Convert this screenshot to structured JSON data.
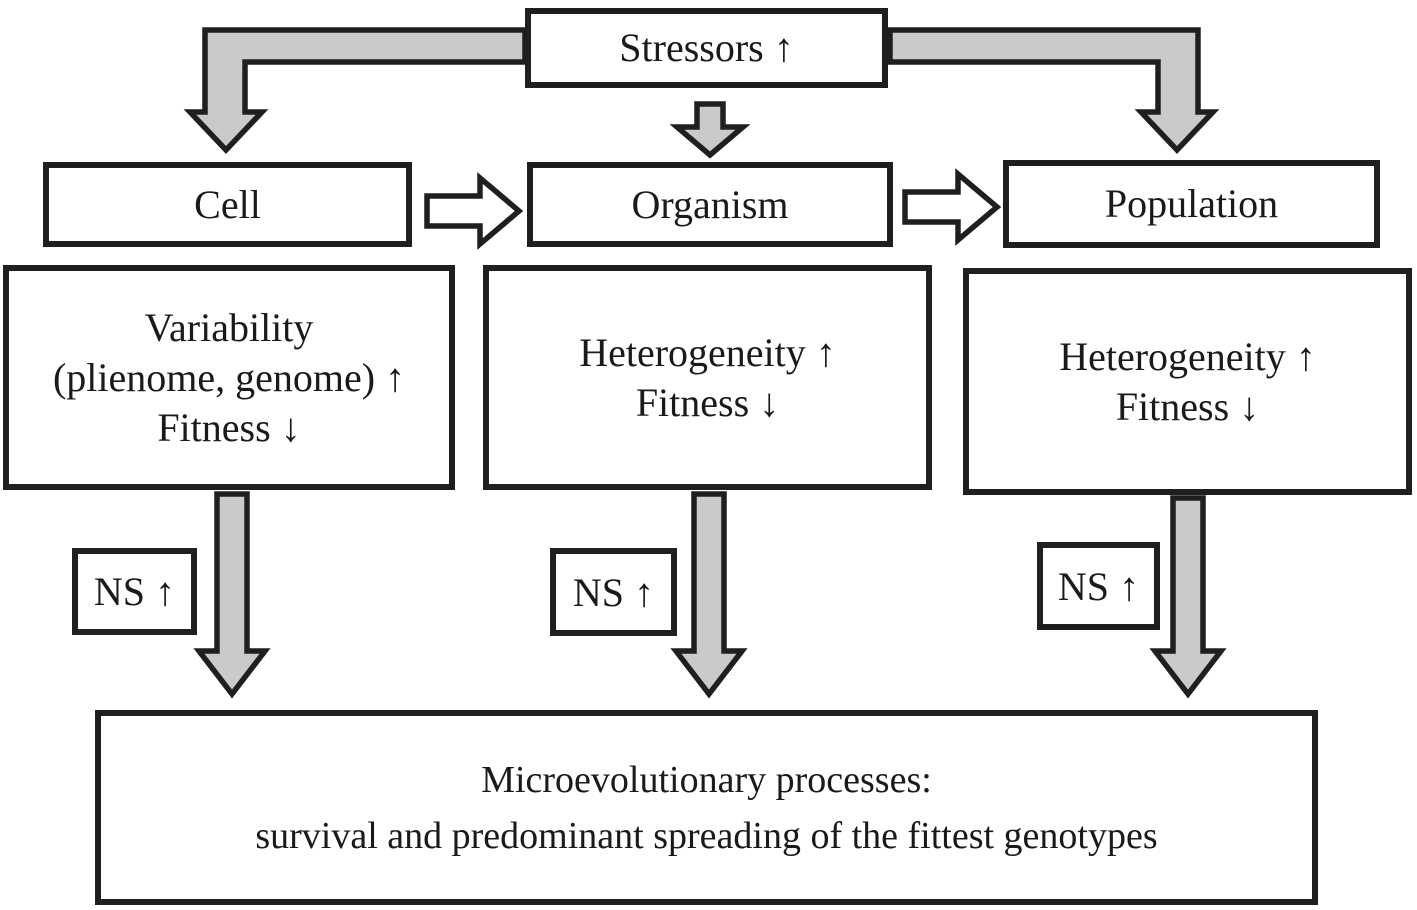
{
  "colors": {
    "background": "#ffffff",
    "box_fill": "#ffffff",
    "box_border": "#1f1f1f",
    "arrow_fill": "#c9cbca",
    "arrow_outline": "#1f1f1f",
    "text": "#1a1a1a"
  },
  "stressors": {
    "label": "Stressors ↑"
  },
  "levels": [
    {
      "name": "cell",
      "label": "Cell",
      "detail_lines": [
        "Variability",
        "(plienome, genome) ↑",
        "Fitness ↓"
      ],
      "ns_label": "NS ↑"
    },
    {
      "name": "organism",
      "label": "Organism",
      "detail_lines": [
        "Heterogeneity ↑",
        "Fitness ↓"
      ],
      "ns_label": "NS ↑"
    },
    {
      "name": "population",
      "label": "Population",
      "detail_lines": [
        "Heterogeneity ↑",
        "Fitness ↓"
      ],
      "ns_label": "NS ↑"
    }
  ],
  "outcome": {
    "lines": [
      "Microevolutionary processes:",
      "survival and predominant spreading of the fittest genotypes"
    ]
  },
  "connectors": [
    {
      "from": "stressors",
      "to": "cell",
      "shape": "elbow-down",
      "fill": "gray"
    },
    {
      "from": "stressors",
      "to": "organism",
      "shape": "straight-down",
      "fill": "gray"
    },
    {
      "from": "stressors",
      "to": "population",
      "shape": "elbow-down",
      "fill": "gray"
    },
    {
      "from": "cell",
      "to": "organism",
      "shape": "block-right",
      "fill": "white"
    },
    {
      "from": "organism",
      "to": "population",
      "shape": "block-right",
      "fill": "white"
    },
    {
      "from": "cell-detail",
      "to": "outcome",
      "shape": "straight-down",
      "fill": "gray"
    },
    {
      "from": "organism-detail",
      "to": "outcome",
      "shape": "straight-down",
      "fill": "gray"
    },
    {
      "from": "population-detail",
      "to": "outcome",
      "shape": "straight-down",
      "fill": "gray"
    }
  ]
}
